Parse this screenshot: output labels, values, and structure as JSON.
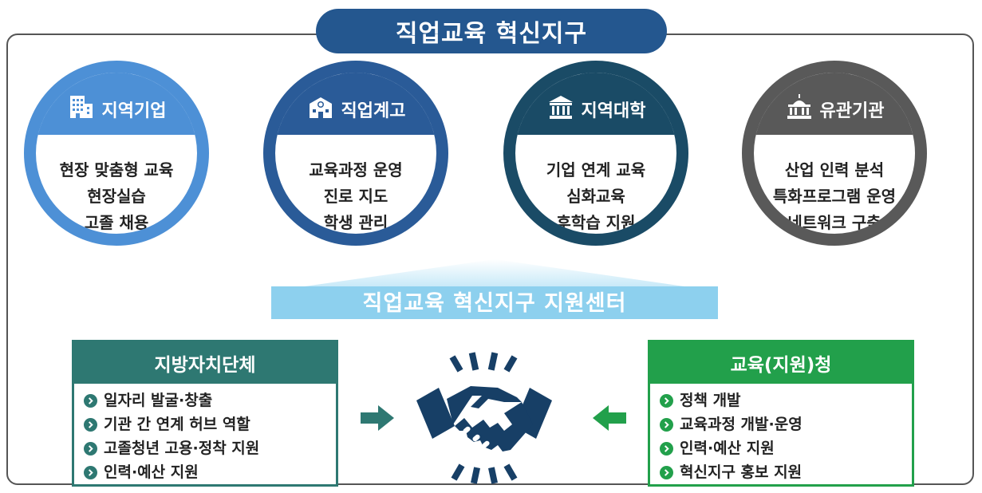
{
  "title": "직업교육 혁신지구",
  "circles": [
    {
      "label": "지역기업",
      "icon": "office-building-icon",
      "color": "#4d90d6",
      "lines": [
        "현장 맞춤형 교육",
        "현장실습",
        "고졸 채용"
      ]
    },
    {
      "label": "직업계고",
      "icon": "school-icon",
      "color": "#2a5b98",
      "lines": [
        "교육과정 운영",
        "진로 지도",
        "학생 관리"
      ]
    },
    {
      "label": "지역대학",
      "icon": "university-icon",
      "color": "#1a4b66",
      "lines": [
        "기업 연계 교육",
        "심화교육",
        "후학습 지원"
      ]
    },
    {
      "label": "유관기관",
      "icon": "government-building-icon",
      "color": "#595959",
      "lines": [
        "산업 인력 분석",
        "특화프로그램 운영",
        "네트워크 구축"
      ]
    }
  ],
  "center": {
    "label": "직업교육 혁신지구 지원센터",
    "color": "#8dd0ee"
  },
  "left_panel": {
    "title": "지방자치단체",
    "color": "#2e7872",
    "items": [
      "일자리 발굴·창출",
      "기관 간 연계 허브 역할",
      "고졸청년 고용·정착 지원",
      "인력·예산 지원"
    ]
  },
  "right_panel": {
    "title": "교육(지원)청",
    "color": "#22a04b",
    "items": [
      "정책 개발",
      "교육과정 개발·운영",
      "인력·예산 지원",
      "혁신지구 홍보 지원"
    ]
  },
  "icons": {
    "handshake": "handshake-icon",
    "left_arrow": "arrow-right-icon",
    "right_arrow": "arrow-left-icon"
  }
}
